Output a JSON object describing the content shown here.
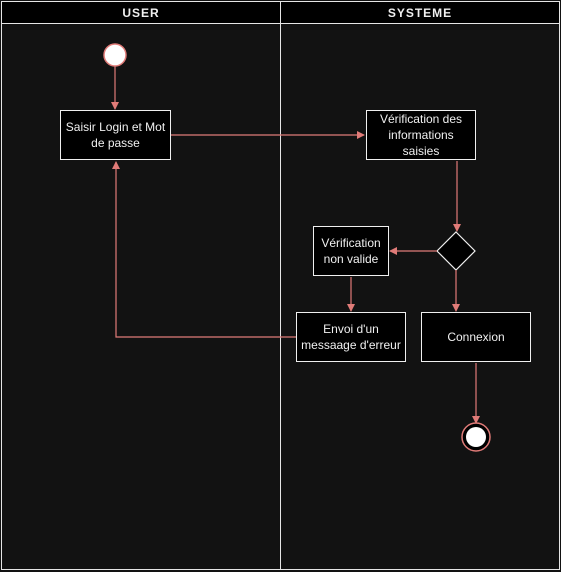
{
  "lanes": {
    "user": "USER",
    "systeme": "SYSTEME"
  },
  "nodes": {
    "saisir": "Saisir Login et Mot de passe",
    "verification": "Vérification des informations saisies",
    "non_valide": "Vérification non valide",
    "envoi_erreur": "Envoi d'un messaage d'erreur",
    "connexion": "Connexion"
  },
  "colors": {
    "edge": "#e07b78",
    "background": "#121212",
    "box_fill": "#000000",
    "box_border": "#f0f0f0",
    "text": "#f0f0f0"
  }
}
